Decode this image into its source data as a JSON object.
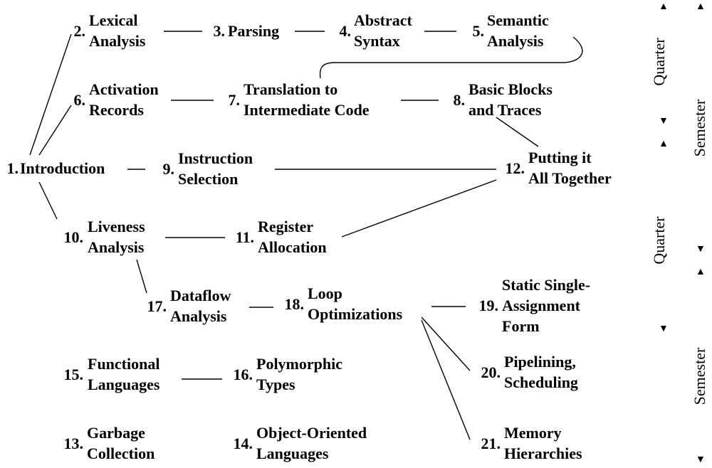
{
  "nodes": [
    {
      "id": "introduction",
      "num": "1.",
      "lines": [
        "Introduction"
      ]
    },
    {
      "id": "lexical-analysis",
      "num": "2.",
      "lines": [
        "Lexical",
        "Analysis"
      ]
    },
    {
      "id": "parsing",
      "num": "3.",
      "lines": [
        "Parsing"
      ]
    },
    {
      "id": "abstract-syntax",
      "num": "4.",
      "lines": [
        "Abstract",
        "Syntax"
      ]
    },
    {
      "id": "semantic-analysis",
      "num": "5.",
      "lines": [
        "Semantic",
        "Analysis"
      ]
    },
    {
      "id": "activation-records",
      "num": "6.",
      "lines": [
        "Activation",
        "Records"
      ]
    },
    {
      "id": "translation",
      "num": "7.",
      "lines": [
        "Translation to",
        "Intermediate Code"
      ]
    },
    {
      "id": "basic-blocks",
      "num": "8.",
      "lines": [
        "Basic Blocks",
        "and Traces"
      ]
    },
    {
      "id": "instruction-selection",
      "num": "9.",
      "lines": [
        "Instruction",
        "Selection"
      ]
    },
    {
      "id": "liveness-analysis",
      "num": "10.",
      "lines": [
        "Liveness",
        "Analysis"
      ]
    },
    {
      "id": "register-allocation",
      "num": "11.",
      "lines": [
        "Register",
        "Allocation"
      ]
    },
    {
      "id": "putting-together",
      "num": "12.",
      "lines": [
        "Putting it",
        "All Together"
      ]
    },
    {
      "id": "garbage-collection",
      "num": "13.",
      "lines": [
        "Garbage",
        "Collection"
      ]
    },
    {
      "id": "object-oriented",
      "num": "14.",
      "lines": [
        "Object-Oriented",
        "Languages"
      ]
    },
    {
      "id": "functional-languages",
      "num": "15.",
      "lines": [
        "Functional",
        "Languages"
      ]
    },
    {
      "id": "polymorphic-types",
      "num": "16.",
      "lines": [
        "Polymorphic",
        "Types"
      ]
    },
    {
      "id": "dataflow-analysis",
      "num": "17.",
      "lines": [
        "Dataflow",
        "Analysis"
      ]
    },
    {
      "id": "loop-optimizations",
      "num": "18.",
      "lines": [
        "Loop",
        "Optimizations"
      ]
    },
    {
      "id": "ssa-form",
      "num": "19.",
      "lines": [
        "Static Single-",
        "Assignment",
        "Form"
      ]
    },
    {
      "id": "pipelining",
      "num": "20.",
      "lines": [
        "Pipelining,",
        "Scheduling"
      ]
    },
    {
      "id": "memory-hierarchies",
      "num": "21.",
      "lines": [
        "Memory",
        "Hierarchies"
      ]
    }
  ],
  "edges": [
    [
      "introduction",
      "lexical-analysis"
    ],
    [
      "introduction",
      "activation-records"
    ],
    [
      "introduction",
      "instruction-selection"
    ],
    [
      "introduction",
      "liveness-analysis"
    ],
    [
      "lexical-analysis",
      "parsing"
    ],
    [
      "parsing",
      "abstract-syntax"
    ],
    [
      "abstract-syntax",
      "semantic-analysis"
    ],
    [
      "semantic-analysis",
      "translation"
    ],
    [
      "activation-records",
      "translation"
    ],
    [
      "translation",
      "basic-blocks"
    ],
    [
      "basic-blocks",
      "putting-together"
    ],
    [
      "instruction-selection",
      "putting-together"
    ],
    [
      "register-allocation",
      "putting-together"
    ],
    [
      "liveness-analysis",
      "register-allocation"
    ],
    [
      "liveness-analysis",
      "dataflow-analysis"
    ],
    [
      "dataflow-analysis",
      "loop-optimizations"
    ],
    [
      "loop-optimizations",
      "ssa-form"
    ],
    [
      "loop-optimizations",
      "pipelining"
    ],
    [
      "loop-optimizations",
      "memory-hierarchies"
    ],
    [
      "functional-languages",
      "polymorphic-types"
    ]
  ],
  "side_labels": {
    "quarter_top": "Quarter",
    "quarter_bottom": "Quarter",
    "semester_top": "Semester",
    "semester_bottom": "Semester"
  }
}
